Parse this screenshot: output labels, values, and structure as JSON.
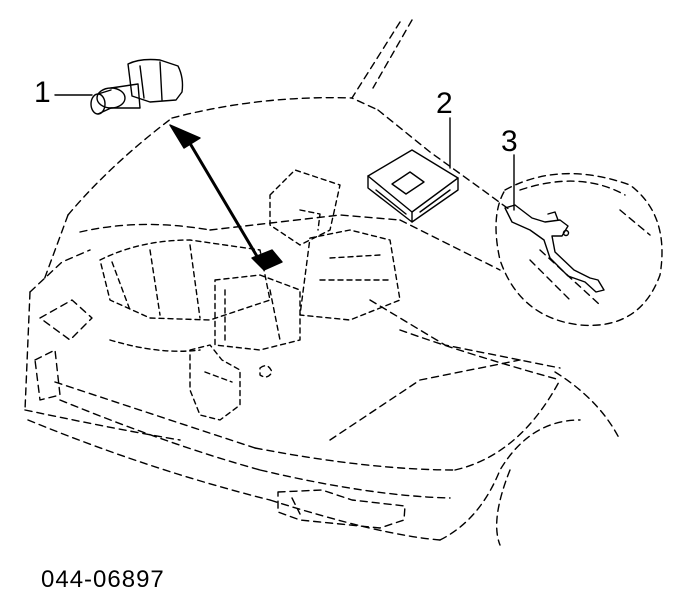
{
  "diagram": {
    "callouts": [
      {
        "number": "1"
      },
      {
        "number": "2"
      },
      {
        "number": "3"
      }
    ],
    "catalog_number": "044-06897"
  }
}
